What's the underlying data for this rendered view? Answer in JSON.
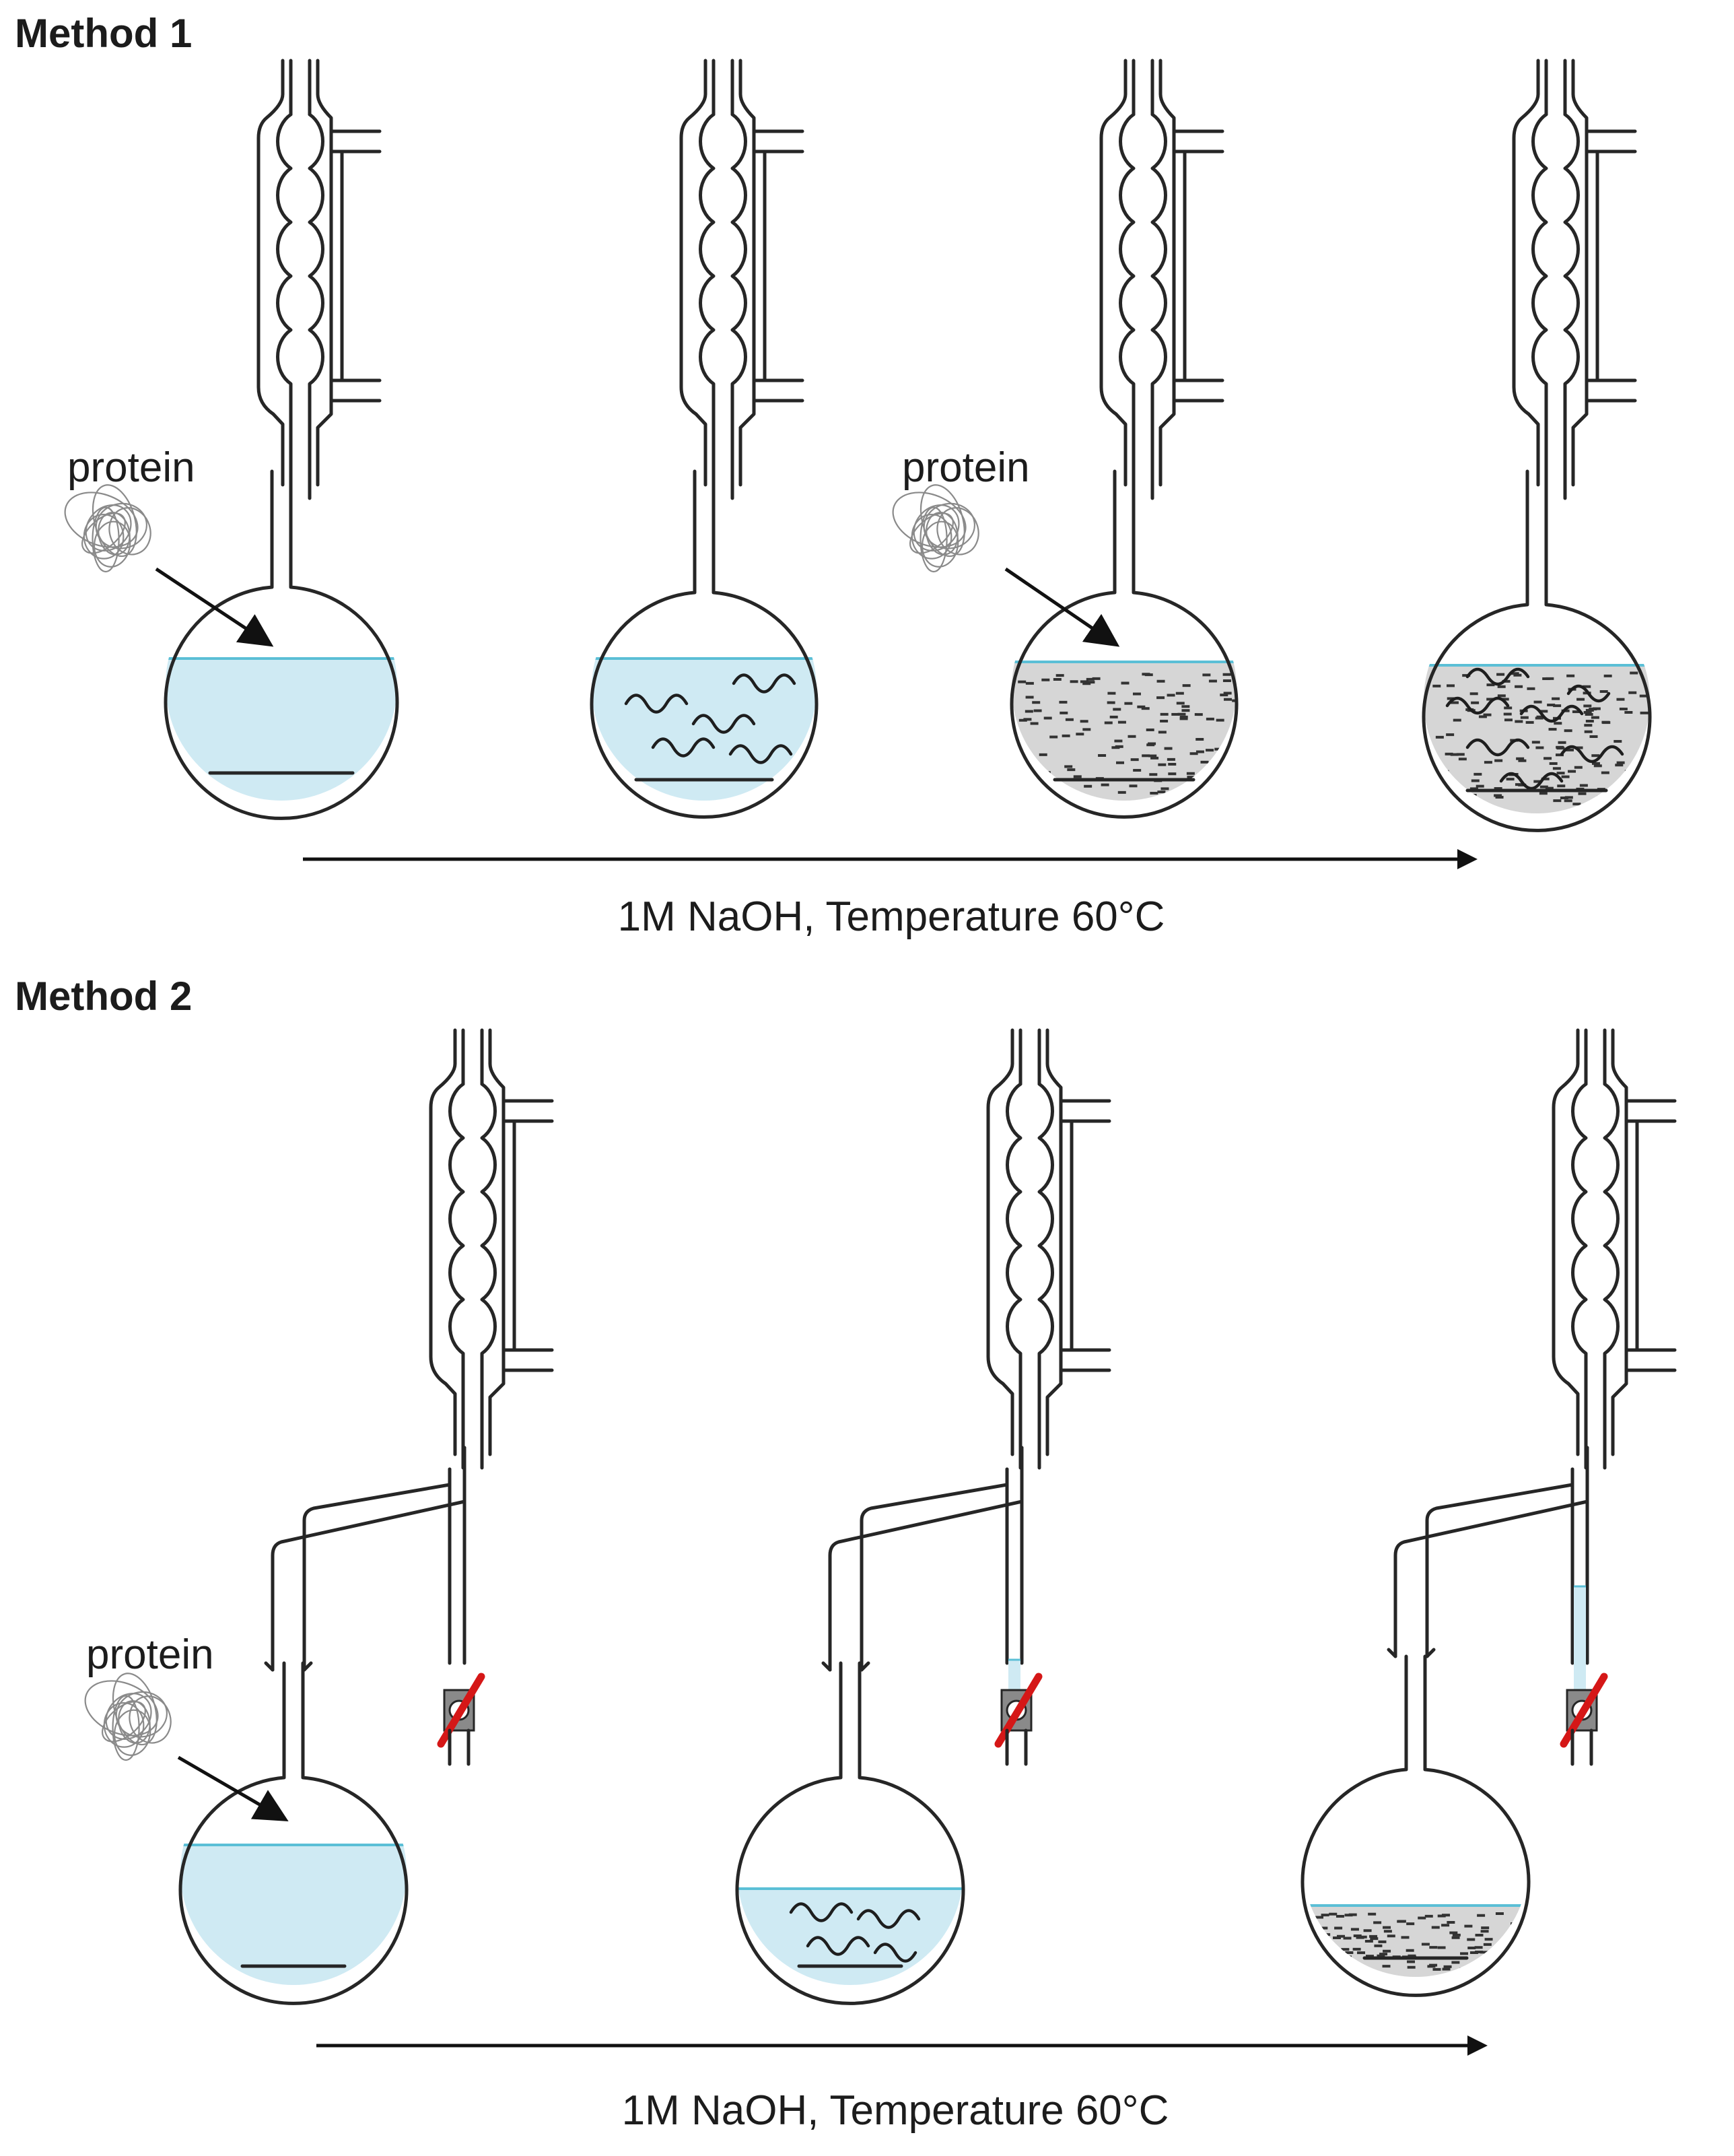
{
  "colors": {
    "liquid": "#cfeaf3",
    "liquid_line": "#5bbfd6",
    "hydrolysate": "#d6d6d6",
    "glass_outline": "#262626",
    "stopcock_handle": "#d51717"
  },
  "method1": {
    "title": "Method 1",
    "protein_labels": [
      "protein",
      "protein"
    ],
    "caption": "1M NaOH, Temperature 60°C"
  },
  "method2": {
    "title": "Method 2",
    "protein_label": "protein",
    "caption": "1M NaOH, Temperature 60°C"
  }
}
